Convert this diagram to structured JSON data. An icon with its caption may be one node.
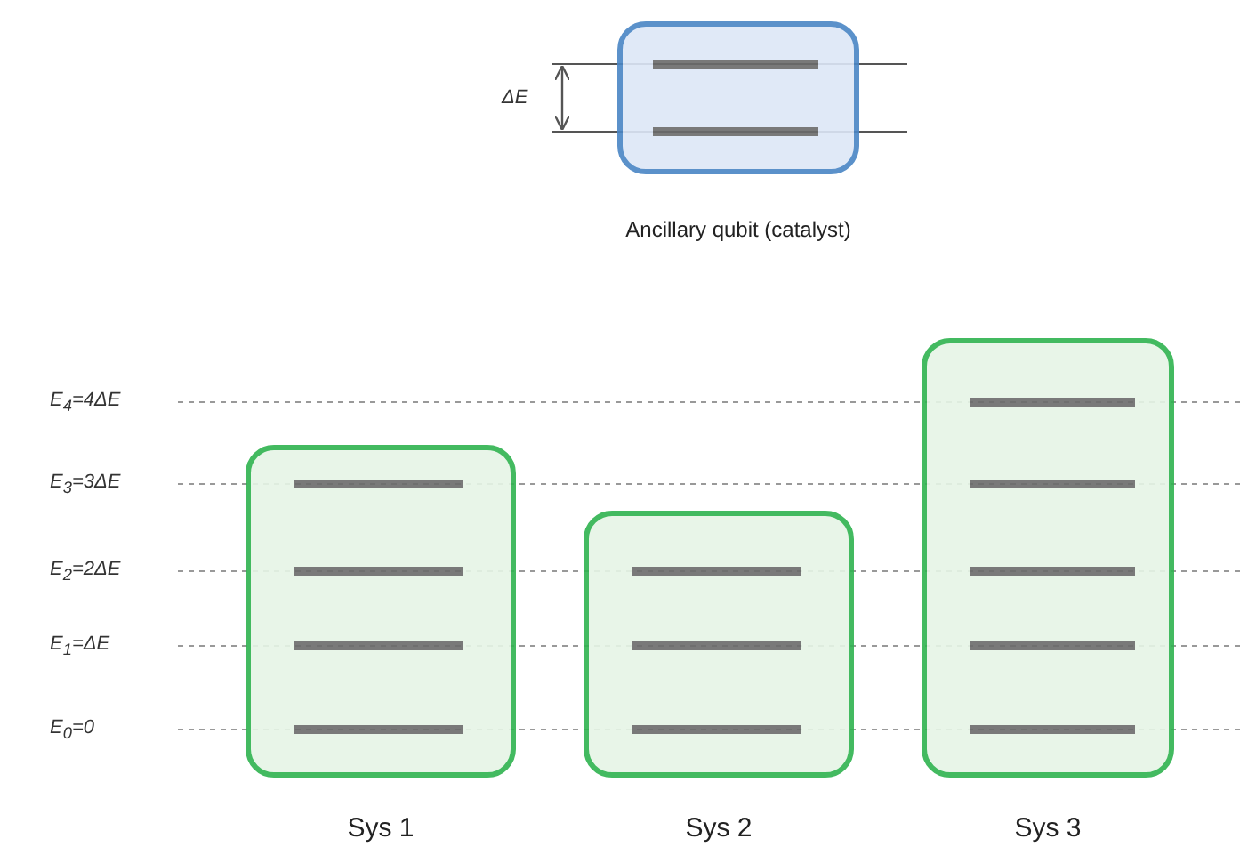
{
  "diagram": {
    "nodes": [
      {
        "text": [],
        "shape": "box",
        "beside": [
          "Ancillary qubit (catalyst)"
        ]
      },
      {
        "text": [],
        "shape": "box",
        "beside": [
          "Sys 1"
        ]
      },
      {
        "text": [],
        "shape": "box",
        "beside": [
          "Sys 2"
        ]
      },
      {
        "text": [],
        "shape": "box",
        "beside": [
          "Sys 3"
        ]
      }
    ],
    "edges": [],
    "labels": [
      "ΔE",
      "E$_{4}$=4ΔE",
      "E$_{3}$=3ΔE",
      "E$_{2}$=2ΔE",
      "E$_{1}$=ΔE",
      "E$_{0}$=0"
    ]
  }
}
